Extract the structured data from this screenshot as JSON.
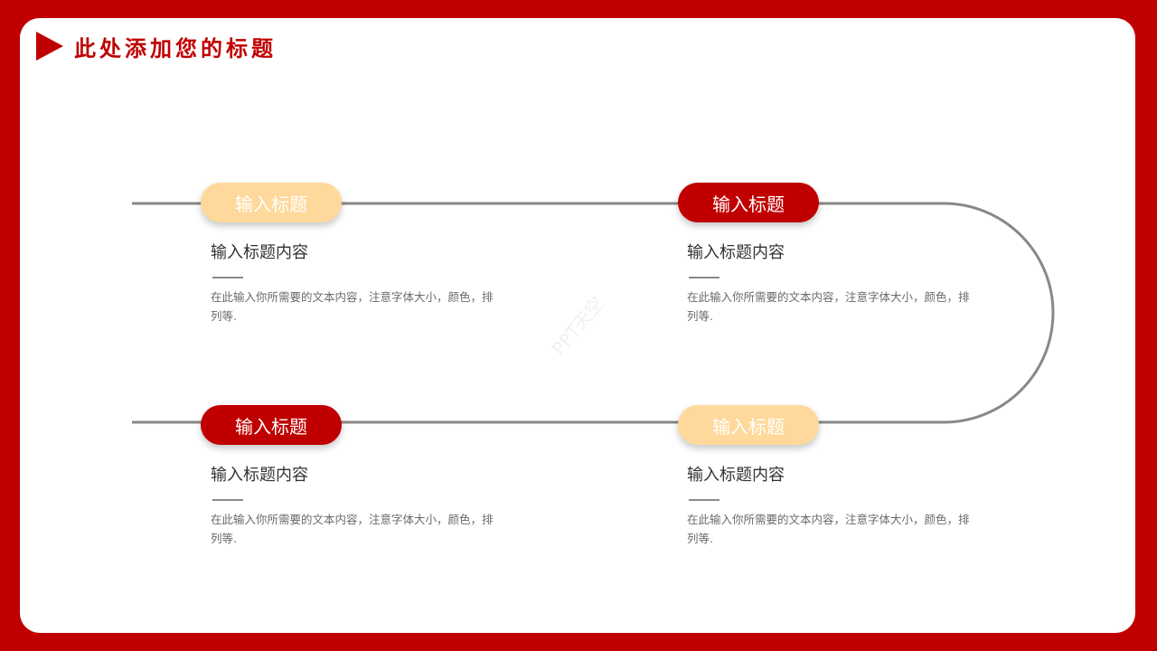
{
  "page": {
    "title": "此处添加您的标题"
  },
  "colors": {
    "frame": "#c00000",
    "accent_dark": "#c00000",
    "accent_light": "#ffd99b",
    "track": "#888888"
  },
  "watermark": "PPT天空",
  "items": [
    {
      "pill_label": "输入标题",
      "pill_style": "light",
      "heading": "输入标题内容",
      "body": "在此输入你所需要的文本内容，注意字体大小，颜色，排列等."
    },
    {
      "pill_label": "输入标题",
      "pill_style": "dark",
      "heading": "输入标题内容",
      "body": "在此输入你所需要的文本内容，注意字体大小，颜色，排列等."
    },
    {
      "pill_label": "输入标题",
      "pill_style": "dark",
      "heading": "输入标题内容",
      "body": "在此输入你所需要的文本内容，注意字体大小，颜色，排列等."
    },
    {
      "pill_label": "输入标题",
      "pill_style": "light",
      "heading": "输入标题内容",
      "body": "在此输入你所需要的文本内容，注意字体大小，颜色，排列等."
    }
  ]
}
